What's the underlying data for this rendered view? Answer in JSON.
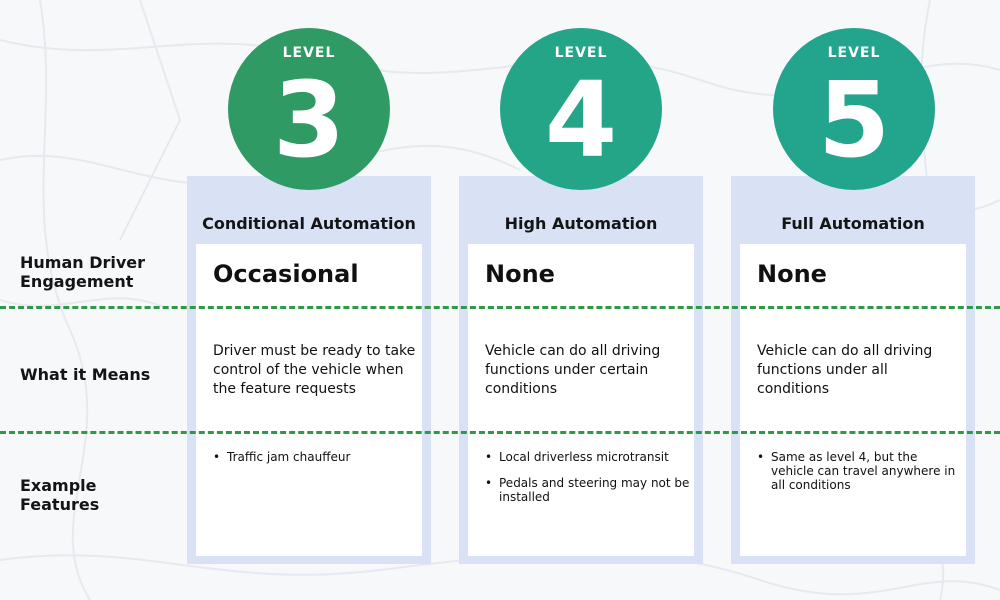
{
  "colors": {
    "badge_3": "#2f9a64",
    "badge_4": "#25a588",
    "badge_5": "#23a48c",
    "card_frame": "#d8e2f4",
    "divider": "#2e9a47"
  },
  "rows": {
    "engagement": "Human Driver\nEngagement",
    "meaning": "What it Means",
    "features": "Example\nFeatures"
  },
  "levels": [
    {
      "level_word": "LEVEL",
      "number": "3",
      "title": "Conditional Automation",
      "engagement": "Occasional",
      "meaning": "Driver must be ready to take control of the vehicle when the feature requests",
      "features": [
        "Traffic jam chauffeur"
      ]
    },
    {
      "level_word": "LEVEL",
      "number": "4",
      "title": "High Automation",
      "engagement": "None",
      "meaning": "Vehicle can do all driving functions under certain conditions",
      "features": [
        "Local driverless microtransit",
        "Pedals and steering may not be installed"
      ]
    },
    {
      "level_word": "LEVEL",
      "number": "5",
      "title": "Full Automation",
      "engagement": "None",
      "meaning": "Vehicle can do all driving functions under all conditions",
      "features": [
        "Same as level 4, but the vehicle can travel anywhere in all conditions"
      ]
    }
  ]
}
